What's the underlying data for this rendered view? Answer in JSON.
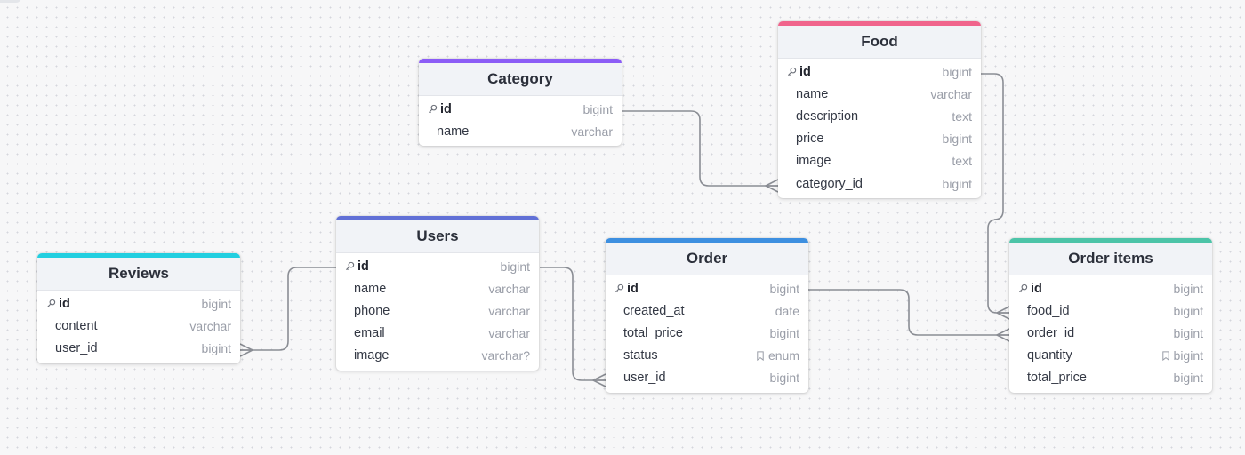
{
  "diagram": {
    "tables": [
      {
        "id": "category",
        "name": "Category",
        "color": "#8b5cf6",
        "columns": [
          {
            "name": "id",
            "type": "bigint",
            "pk": true
          },
          {
            "name": "name",
            "type": "varchar"
          }
        ]
      },
      {
        "id": "food",
        "name": "Food",
        "color": "#f0648c",
        "columns": [
          {
            "name": "id",
            "type": "bigint",
            "pk": true
          },
          {
            "name": "name",
            "type": "varchar"
          },
          {
            "name": "description",
            "type": "text"
          },
          {
            "name": "price",
            "type": "bigint"
          },
          {
            "name": "image",
            "type": "text"
          },
          {
            "name": "category_id",
            "type": "bigint"
          }
        ]
      },
      {
        "id": "users",
        "name": "Users",
        "color": "#6170d6",
        "columns": [
          {
            "name": "id",
            "type": "bigint",
            "pk": true
          },
          {
            "name": "name",
            "type": "varchar"
          },
          {
            "name": "phone",
            "type": "varchar"
          },
          {
            "name": "email",
            "type": "varchar"
          },
          {
            "name": "image",
            "type": "varchar?"
          }
        ]
      },
      {
        "id": "reviews",
        "name": "Reviews",
        "color": "#22cfe0",
        "columns": [
          {
            "name": "id",
            "type": "bigint",
            "pk": true
          },
          {
            "name": "content",
            "type": "varchar"
          },
          {
            "name": "user_id",
            "type": "bigint"
          }
        ]
      },
      {
        "id": "order",
        "name": "Order",
        "color": "#3d8fe0",
        "columns": [
          {
            "name": "id",
            "type": "bigint",
            "pk": true
          },
          {
            "name": "created_at",
            "type": "date"
          },
          {
            "name": "total_price",
            "type": "bigint"
          },
          {
            "name": "status",
            "type": "enum",
            "note": true
          },
          {
            "name": "user_id",
            "type": "bigint"
          }
        ]
      },
      {
        "id": "order_items",
        "name": "Order items",
        "color": "#4cc4a8",
        "columns": [
          {
            "name": "id",
            "type": "bigint",
            "pk": true
          },
          {
            "name": "food_id",
            "type": "bigint"
          },
          {
            "name": "order_id",
            "type": "bigint"
          },
          {
            "name": "quantity",
            "type": "bigint",
            "note": true
          },
          {
            "name": "total_price",
            "type": "bigint"
          }
        ]
      }
    ],
    "relations": [
      {
        "from_table": "category",
        "from_column": "id",
        "to_table": "food",
        "to_column": "category_id",
        "cardinality": "one-to-many"
      },
      {
        "from_table": "users",
        "from_column": "id",
        "to_table": "reviews",
        "to_column": "user_id",
        "cardinality": "one-to-many"
      },
      {
        "from_table": "users",
        "from_column": "id",
        "to_table": "order",
        "to_column": "user_id",
        "cardinality": "one-to-many"
      },
      {
        "from_table": "food",
        "from_column": "id",
        "to_table": "order_items",
        "to_column": "food_id",
        "cardinality": "one-to-many"
      },
      {
        "from_table": "order",
        "from_column": "id",
        "to_table": "order_items",
        "to_column": "order_id",
        "cardinality": "one-to-many"
      }
    ]
  },
  "icons": {
    "primary_key": "key-icon",
    "note": "bookmark-icon"
  },
  "colors": {
    "line": "#8a8d94",
    "canvas_background": "#f7f7f8"
  }
}
